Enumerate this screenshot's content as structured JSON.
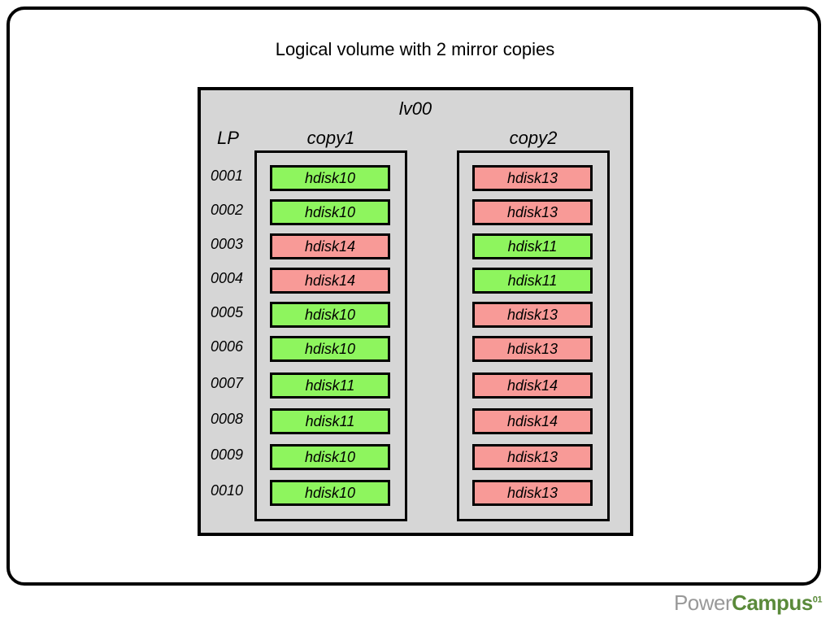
{
  "title": "Logical volume with 2 mirror copies",
  "lv_name": "lv00",
  "lp_header": "LP",
  "copy1_header": "copy1",
  "copy2_header": "copy2",
  "colors": {
    "green": "#8ef55e",
    "red": "#f89a97",
    "panel": "#d6d6d6"
  },
  "rows": [
    {
      "lp": "0001",
      "copy1": "hdisk10",
      "copy1_color": "green",
      "copy2": "hdisk13",
      "copy2_color": "red"
    },
    {
      "lp": "0002",
      "copy1": "hdisk10",
      "copy1_color": "green",
      "copy2": "hdisk13",
      "copy2_color": "red"
    },
    {
      "lp": "0003",
      "copy1": "hdisk14",
      "copy1_color": "red",
      "copy2": "hdisk11",
      "copy2_color": "green"
    },
    {
      "lp": "0004",
      "copy1": "hdisk14",
      "copy1_color": "red",
      "copy2": "hdisk11",
      "copy2_color": "green"
    },
    {
      "lp": "0005",
      "copy1": "hdisk10",
      "copy1_color": "green",
      "copy2": "hdisk13",
      "copy2_color": "red"
    },
    {
      "lp": "0006",
      "copy1": "hdisk10",
      "copy1_color": "green",
      "copy2": "hdisk13",
      "copy2_color": "red"
    },
    {
      "lp": "0007",
      "copy1": "hdisk11",
      "copy1_color": "green",
      "copy2": "hdisk14",
      "copy2_color": "red"
    },
    {
      "lp": "0008",
      "copy1": "hdisk11",
      "copy1_color": "green",
      "copy2": "hdisk14",
      "copy2_color": "red"
    },
    {
      "lp": "0009",
      "copy1": "hdisk10",
      "copy1_color": "green",
      "copy2": "hdisk13",
      "copy2_color": "red"
    },
    {
      "lp": "0010",
      "copy1": "hdisk10",
      "copy1_color": "green",
      "copy2": "hdisk13",
      "copy2_color": "red"
    }
  ],
  "logo": {
    "part1": "Power",
    "part2": "Campus",
    "sup": "01"
  }
}
